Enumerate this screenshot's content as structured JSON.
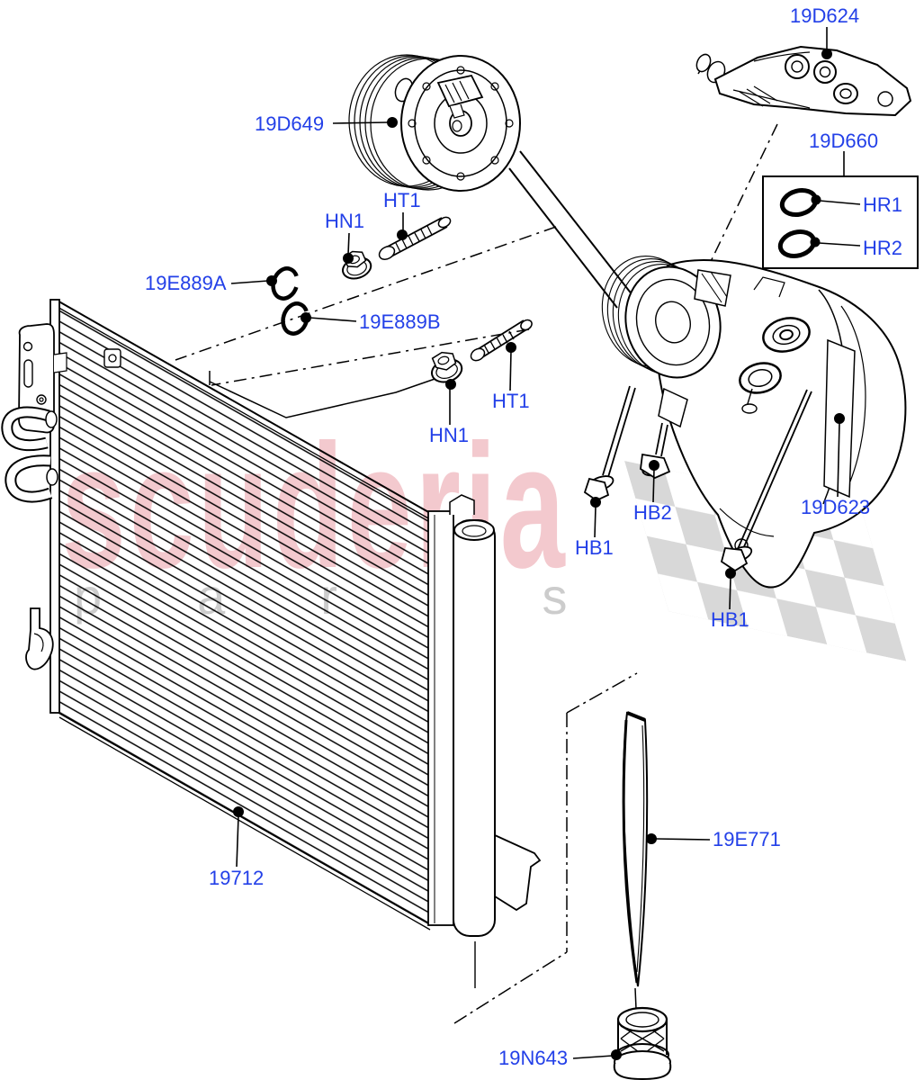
{
  "diagram_title": "A/C condenser and compressor exploded parts diagram",
  "colors": {
    "label": "#2340e8",
    "line": "#000000",
    "watermark_pink": "rgba(213,62,79,0.28)",
    "watermark_gray": "rgba(110,110,110,0.35)",
    "flag_gray": "#d8d8d8"
  },
  "watermark": {
    "brand": "scuderia",
    "word": "parts"
  },
  "labels": [
    {
      "text": "19D624"
    },
    {
      "text": "19D660"
    },
    {
      "text": "HR1"
    },
    {
      "text": "HR2"
    },
    {
      "text": "19D649"
    },
    {
      "text": "HT1"
    },
    {
      "text": "HN1"
    },
    {
      "text": "19E889A"
    },
    {
      "text": "19E889B"
    },
    {
      "text": "HT1"
    },
    {
      "text": "HN1"
    },
    {
      "text": "HB1"
    },
    {
      "text": "HB2"
    },
    {
      "text": "19D623"
    },
    {
      "text": "HB1"
    },
    {
      "text": "19E771"
    },
    {
      "text": "19712"
    },
    {
      "text": "19N643"
    }
  ]
}
